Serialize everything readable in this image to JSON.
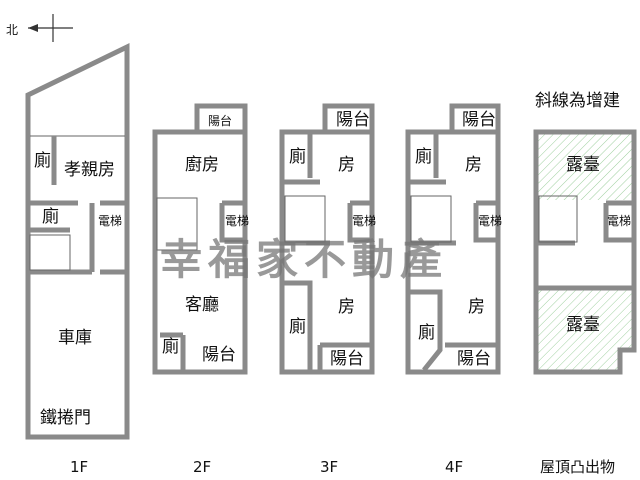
{
  "compass": {
    "label": "北"
  },
  "note": "斜線為增建",
  "watermark": "幸福家不動產",
  "floors": [
    {
      "name": "1F",
      "rooms": [
        "廁",
        "孝親房",
        "廁",
        "電梯",
        "車庫",
        "鐵捲門"
      ]
    },
    {
      "name": "2F",
      "rooms": [
        "陽台",
        "廚房",
        "電梯",
        "客廳",
        "廁",
        "陽台"
      ]
    },
    {
      "name": "3F",
      "rooms": [
        "陽台",
        "廁",
        "房",
        "電梯",
        "房",
        "廁",
        "陽台"
      ]
    },
    {
      "name": "4F",
      "rooms": [
        "陽台",
        "廁",
        "房",
        "電梯",
        "房",
        "廁",
        "陽台"
      ]
    },
    {
      "name": "屋頂凸出物",
      "rooms": [
        "露臺",
        "電梯",
        "露臺"
      ]
    }
  ],
  "colors": {
    "wall": "#8a8a8a",
    "hatch": "#7fbf7f"
  }
}
